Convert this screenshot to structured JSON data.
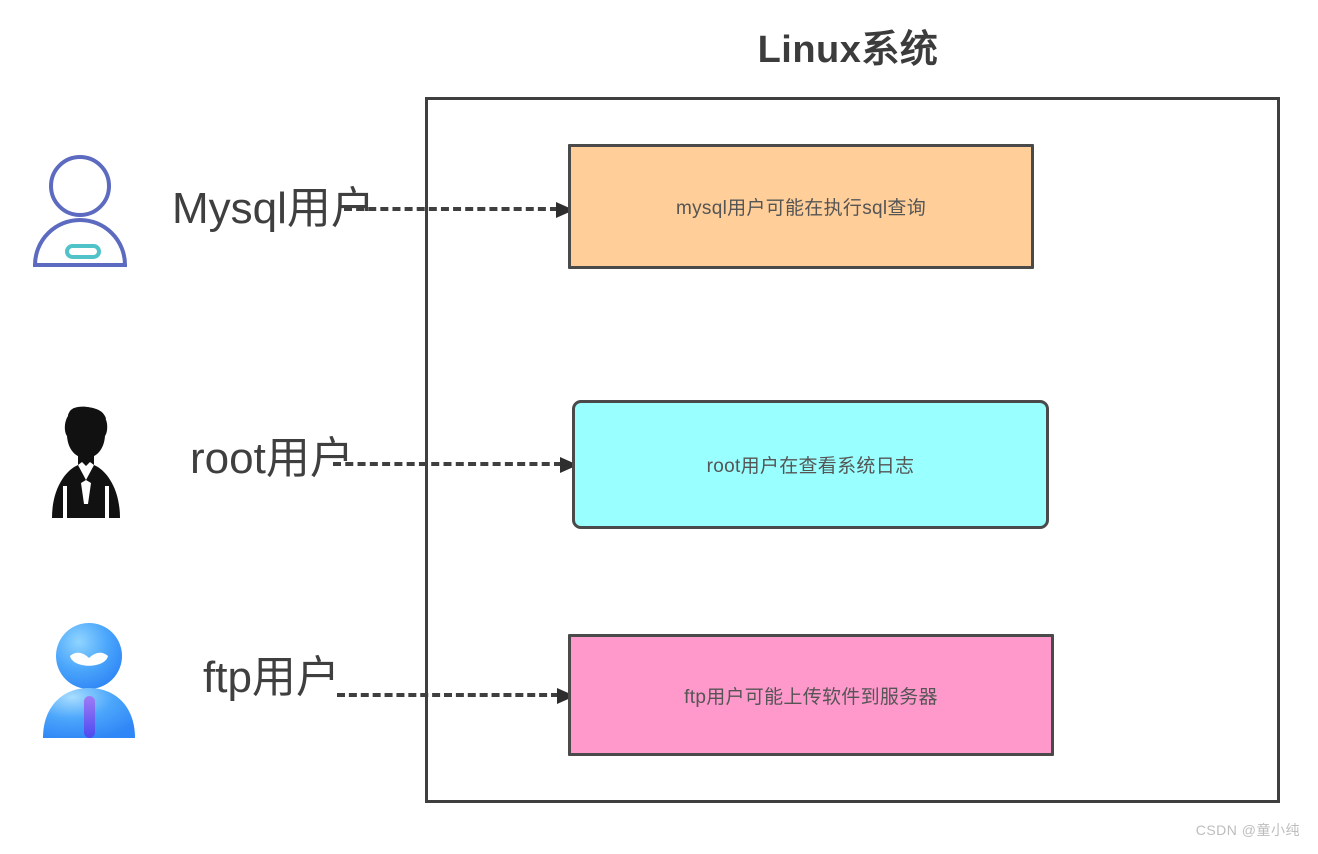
{
  "diagram": {
    "title": "Linux系统",
    "type": "system-user-process-diagram",
    "colors": {
      "title_text": "#3c3c3c",
      "container_border": "#3f3f3f",
      "box_border": "#4a4a4a",
      "box_text": "#555555",
      "mysql_box_fill": "#ffce99",
      "root_box_fill": "#99ffff",
      "ftp_box_fill": "#ff99cc",
      "connector": "#3f3f3f",
      "watermark_text": "#bdbdbd",
      "mysql_avatar": "#5c6bc0",
      "mysql_avatar_accent": "#4fc3c7",
      "root_avatar": "#111111",
      "ftp_avatar": "#3d9dfa",
      "ftp_avatar_accent": "#7a5cf0"
    }
  },
  "rows": [
    {
      "id": "mysql",
      "user_label": "Mysql用户",
      "icon_name": "user-outline-avatar-icon",
      "connector_label": "",
      "process_text": "mysql用户可能在执行sql查询"
    },
    {
      "id": "root",
      "user_label": "root用户",
      "icon_name": "businessman-silhouette-avatar-icon",
      "connector_label": "",
      "process_text": "root用户在查看系统日志"
    },
    {
      "id": "ftp",
      "user_label": "ftp用户",
      "icon_name": "blue-gradient-avatar-icon",
      "connector_label": "",
      "process_text": "ftp用户可能上传软件到服务器"
    }
  ],
  "watermark": {
    "text": "CSDN @童小纯"
  }
}
